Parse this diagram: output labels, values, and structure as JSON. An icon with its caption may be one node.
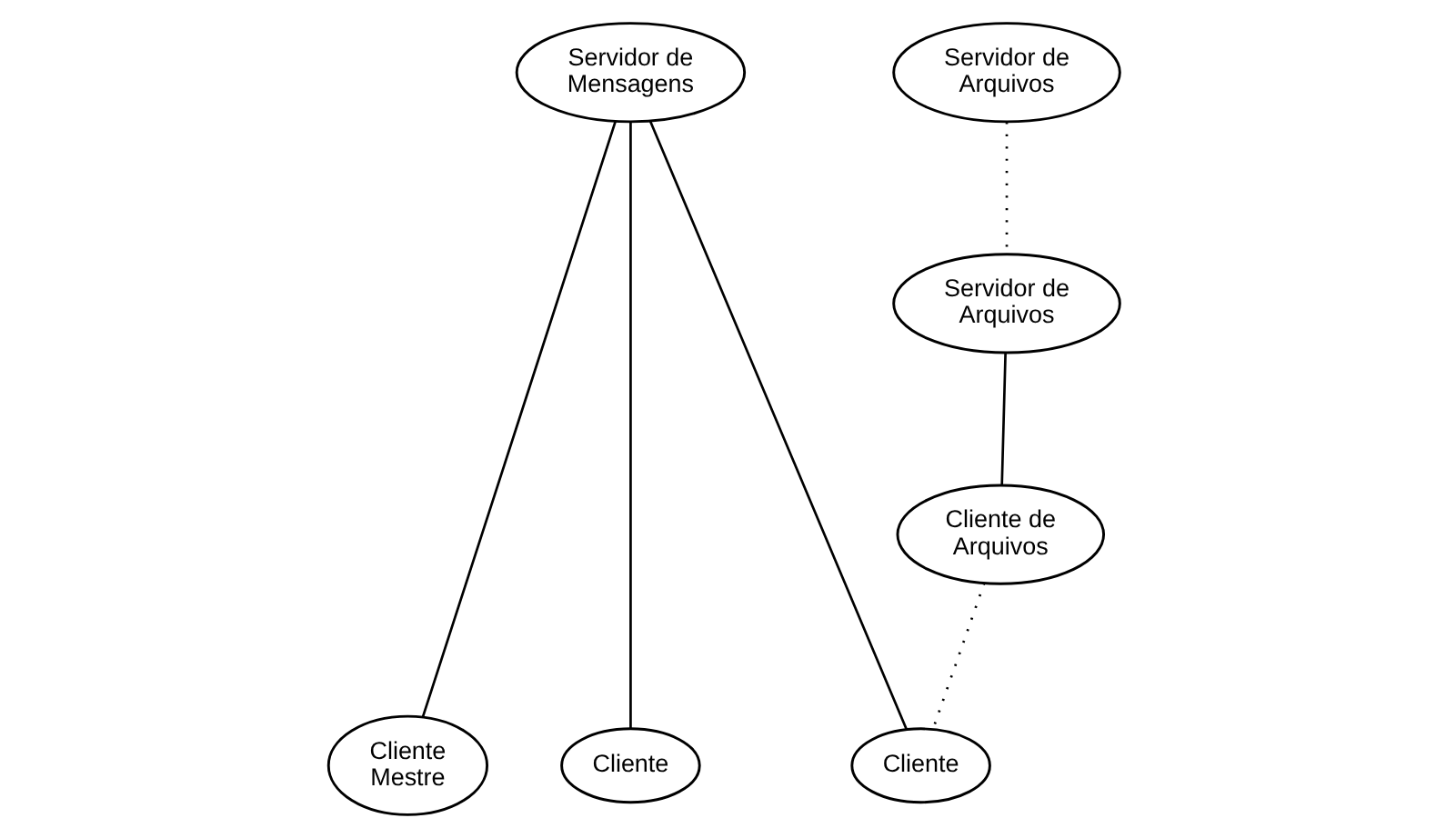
{
  "diagram": {
    "nodes": [
      {
        "text": [
          "Servidor de Mensagens"
        ]
      },
      {
        "text": [
          "Servidor de Arquivos"
        ]
      },
      {
        "text": [
          "Servidor de Arquivos"
        ]
      },
      {
        "text": [
          "Cliente de Arquivos"
        ]
      },
      {
        "text": [
          "Cliente Mestre"
        ]
      },
      {
        "text": [
          "Cliente"
        ]
      },
      {
        "text": [
          "Cliente"
        ]
      }
    ],
    "edges": [
      {
        "from": 0,
        "to": 4,
        "arrow": "none"
      },
      {
        "from": 0,
        "to": 5,
        "arrow": "none"
      },
      {
        "from": 0,
        "to": 6,
        "arrow": "none"
      },
      {
        "from": 1,
        "to": 2,
        "arrow": "none",
        "style": "dashed"
      },
      {
        "from": 2,
        "to": 3,
        "arrow": "none"
      },
      {
        "from": 3,
        "to": 6,
        "arrow": "none",
        "style": "dashed"
      }
    ]
  }
}
